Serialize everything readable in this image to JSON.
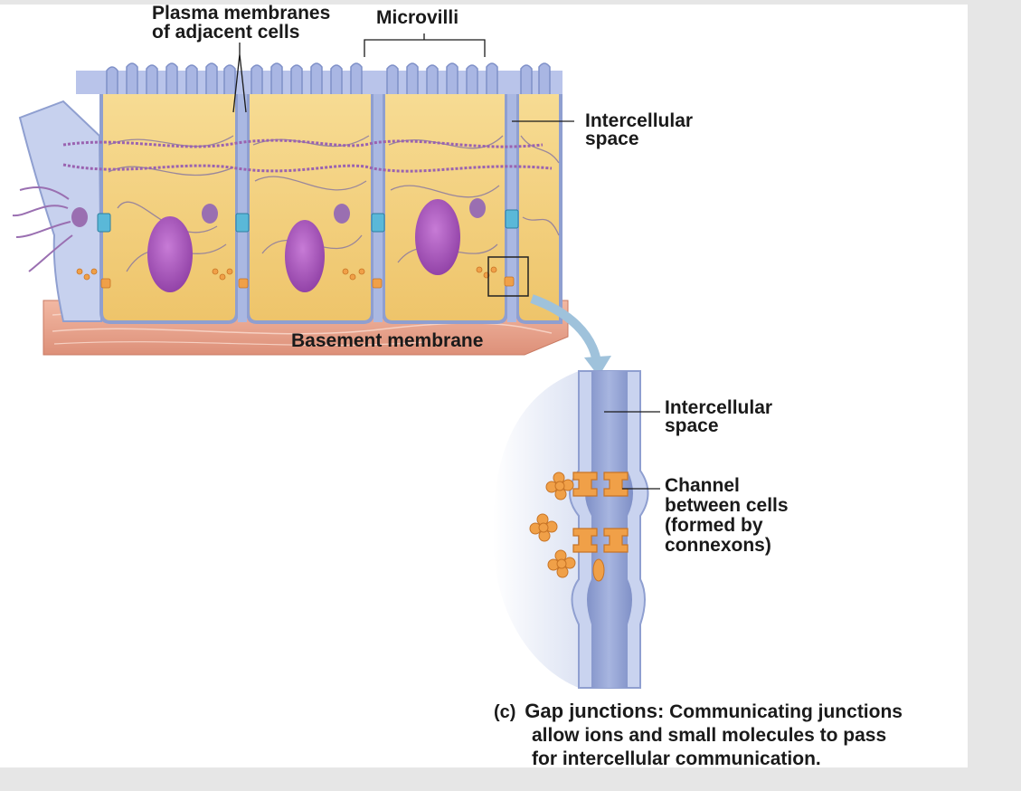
{
  "figure": {
    "labels": {
      "plasma_membranes_line1": "Plasma membranes",
      "plasma_membranes_line2": "of adjacent cells",
      "microvilli": "Microvilli",
      "intercellular_space_top_line1": "Intercellular",
      "intercellular_space_top_line2": "space",
      "basement_membrane": "Basement membrane",
      "intercellular_space_detail_line1": "Intercellular",
      "intercellular_space_detail_line2": "space",
      "channel_line1": "Channel",
      "channel_line2": "between cells",
      "channel_line3": "(formed by",
      "channel_line4": "connexons)"
    },
    "caption": {
      "tag": "(c)",
      "title": "Gap junctions:",
      "text_line1": "Communicating junctions",
      "text_line2": "allow ions and small molecules to pass",
      "text_line3": "for intercellular communication."
    },
    "colors": {
      "cell_cytoplasm": "#f3d27c",
      "membrane": "#8f9fd0",
      "nucleus": "#a04fb6",
      "basement": "#e8a48e",
      "connexon": "#f0a048",
      "background": "#e6e6e6"
    }
  }
}
